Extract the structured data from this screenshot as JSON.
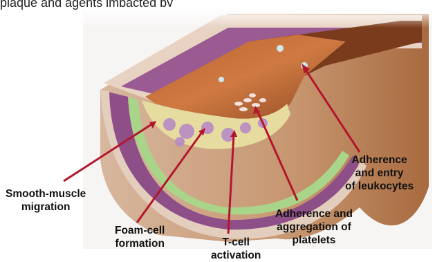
{
  "top_text": "plaque and agents impacted by",
  "labels": {
    "leukocytes": {
      "line1": "Adherence",
      "line2": "and entry",
      "line3": "of leukocytes"
    },
    "smooth_muscle": {
      "line1": "Smooth-muscle",
      "line2": "migration"
    },
    "foam_cell": {
      "line1": "Foam-cell",
      "line2": "formation"
    },
    "t_cell": {
      "line1": "T-cell",
      "line2": "activation"
    },
    "platelets": {
      "line1": "Adherence and",
      "line2": "aggregation of",
      "line3": "platelets"
    }
  },
  "colors": {
    "arrow": "#b3162b",
    "lumen": "#c8703a",
    "media": "#9a5a92",
    "intima": "#a9d58a",
    "adventitia": "#e9d3c6",
    "plaque": "#e4dca0"
  }
}
